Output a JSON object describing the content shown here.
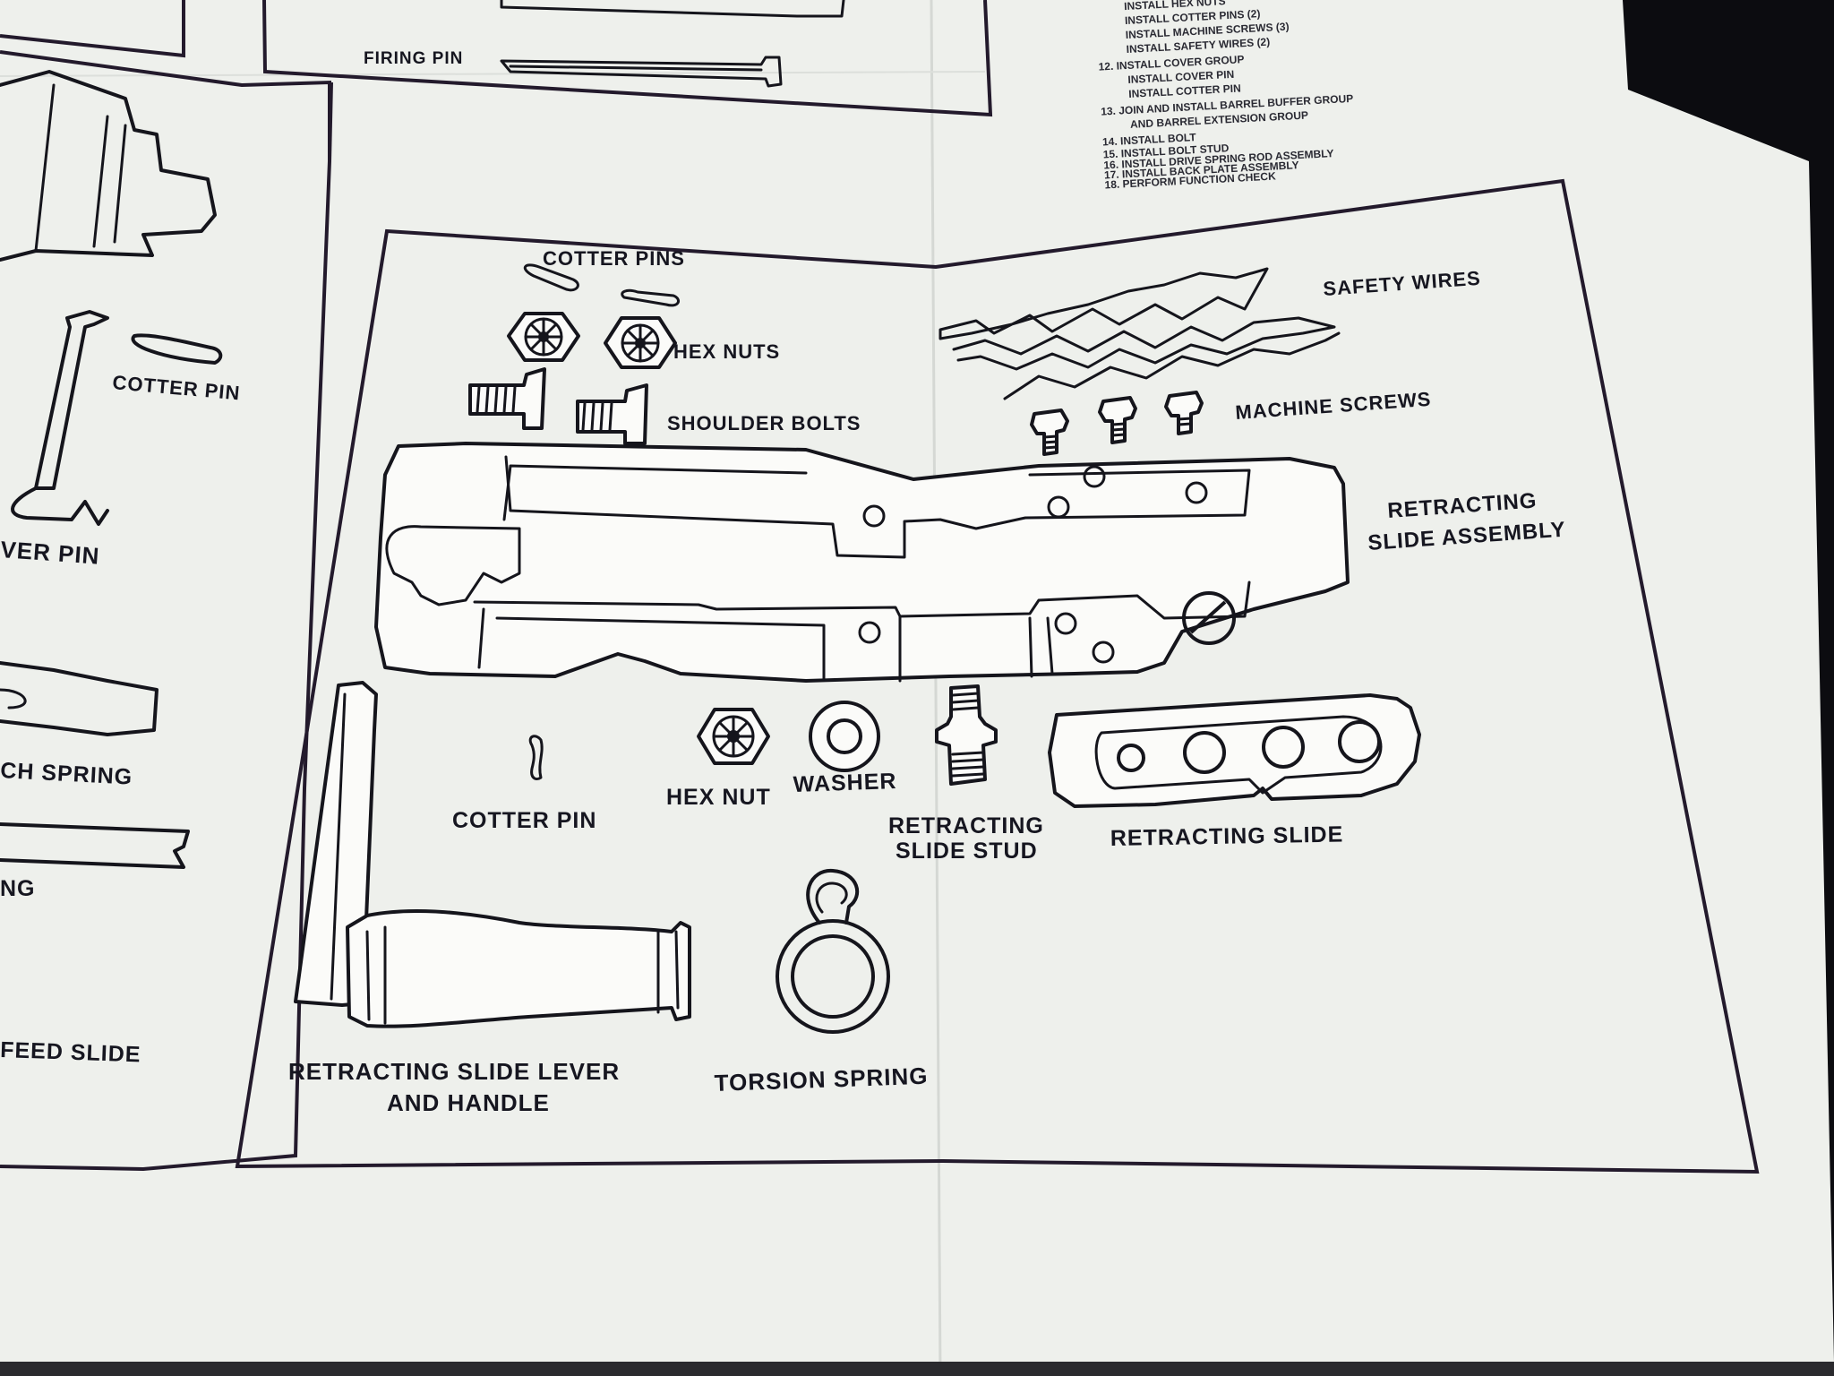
{
  "colors": {
    "paper": "#eef0ec",
    "ink": "#15151c",
    "frame": "#231a2c",
    "background_dark": "#0c0c10"
  },
  "top_panel": {
    "firing_pin_label": "FIRING PIN"
  },
  "instructions": {
    "lines": [
      "INSTALL HEX NUTS",
      "INSTALL COTTER PINS (2)",
      "INSTALL MACHINE SCREWS (3)",
      "INSTALL SAFETY WIRES (2)",
      "12. INSTALL COVER GROUP",
      "INSTALL COVER PIN",
      "INSTALL COTTER PIN",
      "13. JOIN AND INSTALL BARREL BUFFER GROUP",
      "AND BARREL EXTENSION GROUP",
      "14. INSTALL BOLT",
      "15. INSTALL BOLT STUD",
      "16. INSTALL DRIVE SPRING ROD ASSEMBLY",
      "17. INSTALL BACK PLATE ASSEMBLY",
      "18. PERFORM FUNCTION CHECK"
    ]
  },
  "left_panel": {
    "labels": {
      "cotter_pin": "COTTER PIN",
      "cover_pin": "VER PIN",
      "spring": "CH SPRING",
      "ng": "NG",
      "feed_slide": "FEED SLIDE"
    }
  },
  "main_panel": {
    "labels": {
      "cotter_pins": "COTTER PINS",
      "hex_nuts": "HEX NUTS",
      "shoulder_bolts": "SHOULDER BOLTS",
      "safety_wires": "SAFETY WIRES",
      "machine_screws": "MACHINE SCREWS",
      "retracting_slide_assembly_1": "RETRACTING",
      "retracting_slide_assembly_2": "SLIDE ASSEMBLY",
      "cotter_pin": "COTTER PIN",
      "hex_nut": "HEX NUT",
      "washer": "WASHER",
      "retracting_slide_stud_1": "RETRACTING",
      "retracting_slide_stud_2": "SLIDE STUD",
      "retracting_slide": "RETRACTING SLIDE",
      "lever_handle_1": "RETRACTING SLIDE LEVER",
      "lever_handle_2": "AND HANDLE",
      "torsion_spring": "TORSION SPRING"
    }
  }
}
